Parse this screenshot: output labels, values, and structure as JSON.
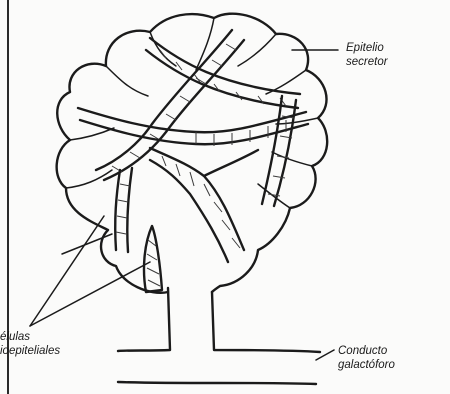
{
  "labels": {
    "epithelium": {
      "line1": "Epitelio",
      "line2": "secretor"
    },
    "duct": {
      "line1": "Conducto",
      "line2": "galactóforo"
    },
    "myoepithelial": {
      "line1": "élulas",
      "line2": "ioepiteliales"
    }
  }
}
